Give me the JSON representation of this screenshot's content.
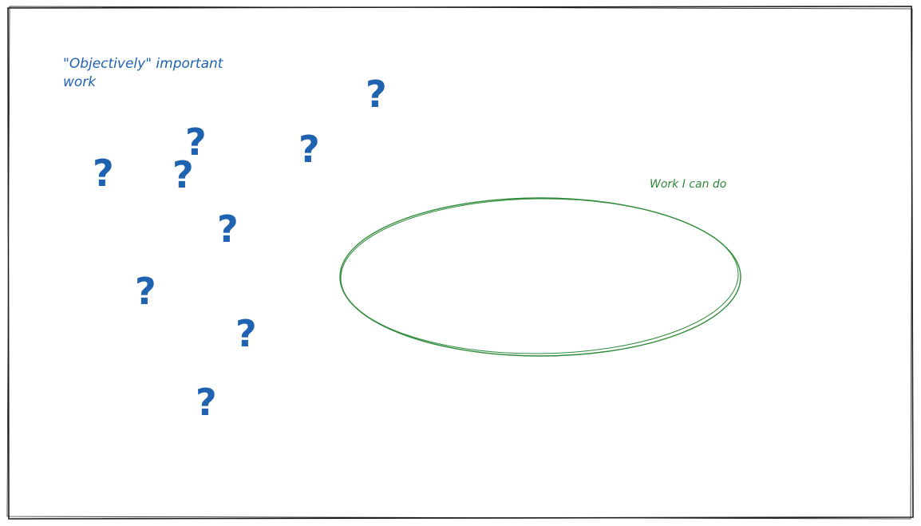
{
  "diagram": {
    "title_line1": "\"Objectively\" important",
    "title_line2": "work",
    "ellipse_label": "Work I can do",
    "question_mark": "?",
    "question_mark_count": 9,
    "colors": {
      "blue": "#1f63b0",
      "green": "#2f8a3a",
      "frame": "#1e1e1e"
    }
  }
}
